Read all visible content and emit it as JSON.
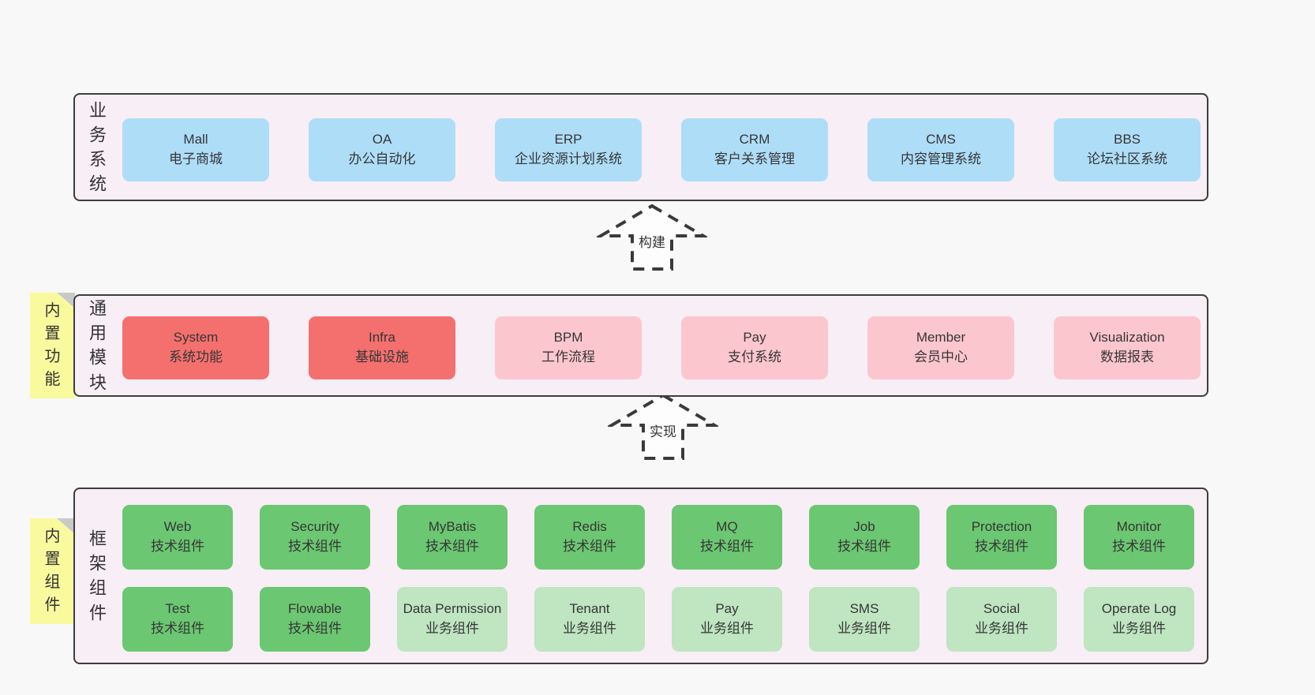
{
  "colors": {
    "page_background": "#f8f8f8",
    "layer_fill": "#f8eef6",
    "layer_border": "#3d3d3d",
    "box_blue": "#aeddf8",
    "box_red": "#f4706f",
    "box_pink": "#fcc6ce",
    "box_green": "#6bc771",
    "box_light_green": "#bfe5c1",
    "sticky_yellow": "#f9f99e",
    "sticky_fold_gray": "#c9c9c9",
    "text": "#333333"
  },
  "layers": [
    {
      "id": "business-systems",
      "label": "业务系统",
      "boxes": [
        {
          "title": "Mall",
          "subtitle": "电子商城"
        },
        {
          "title": "OA",
          "subtitle": "办公自动化"
        },
        {
          "title": "ERP",
          "subtitle": "企业资源计划系统"
        },
        {
          "title": "CRM",
          "subtitle": "客户关系管理"
        },
        {
          "title": "CMS",
          "subtitle": "内容管理系统"
        },
        {
          "title": "BBS",
          "subtitle": "论坛社区系统"
        }
      ]
    },
    {
      "id": "common-modules",
      "label": "通用模块",
      "sticky": "内置功能",
      "boxes": [
        {
          "title": "System",
          "subtitle": "系统功能"
        },
        {
          "title": "Infra",
          "subtitle": "基础设施"
        },
        {
          "title": "BPM",
          "subtitle": "工作流程"
        },
        {
          "title": "Pay",
          "subtitle": "支付系统"
        },
        {
          "title": "Member",
          "subtitle": "会员中心"
        },
        {
          "title": "Visualization",
          "subtitle": "数据报表"
        }
      ]
    },
    {
      "id": "framework-components",
      "label": "框架组件",
      "sticky": "内置组件",
      "rows": [
        [
          {
            "title": "Web",
            "subtitle": "技术组件"
          },
          {
            "title": "Security",
            "subtitle": "技术组件"
          },
          {
            "title": "MyBatis",
            "subtitle": "技术组件"
          },
          {
            "title": "Redis",
            "subtitle": "技术组件"
          },
          {
            "title": "MQ",
            "subtitle": "技术组件"
          },
          {
            "title": "Job",
            "subtitle": "技术组件"
          },
          {
            "title": "Protection",
            "subtitle": "技术组件"
          },
          {
            "title": "Monitor",
            "subtitle": "技术组件"
          }
        ],
        [
          {
            "title": "Test",
            "subtitle": "技术组件"
          },
          {
            "title": "Flowable",
            "subtitle": "技术组件"
          },
          {
            "title": "Data Permission",
            "subtitle": "业务组件"
          },
          {
            "title": "Tenant",
            "subtitle": "业务组件"
          },
          {
            "title": "Pay",
            "subtitle": "业务组件"
          },
          {
            "title": "SMS",
            "subtitle": "业务组件"
          },
          {
            "title": "Social",
            "subtitle": "业务组件"
          },
          {
            "title": "Operate Log",
            "subtitle": "业务组件"
          }
        ]
      ]
    }
  ],
  "arrows": [
    {
      "label": "构建"
    },
    {
      "label": "实现"
    }
  ]
}
